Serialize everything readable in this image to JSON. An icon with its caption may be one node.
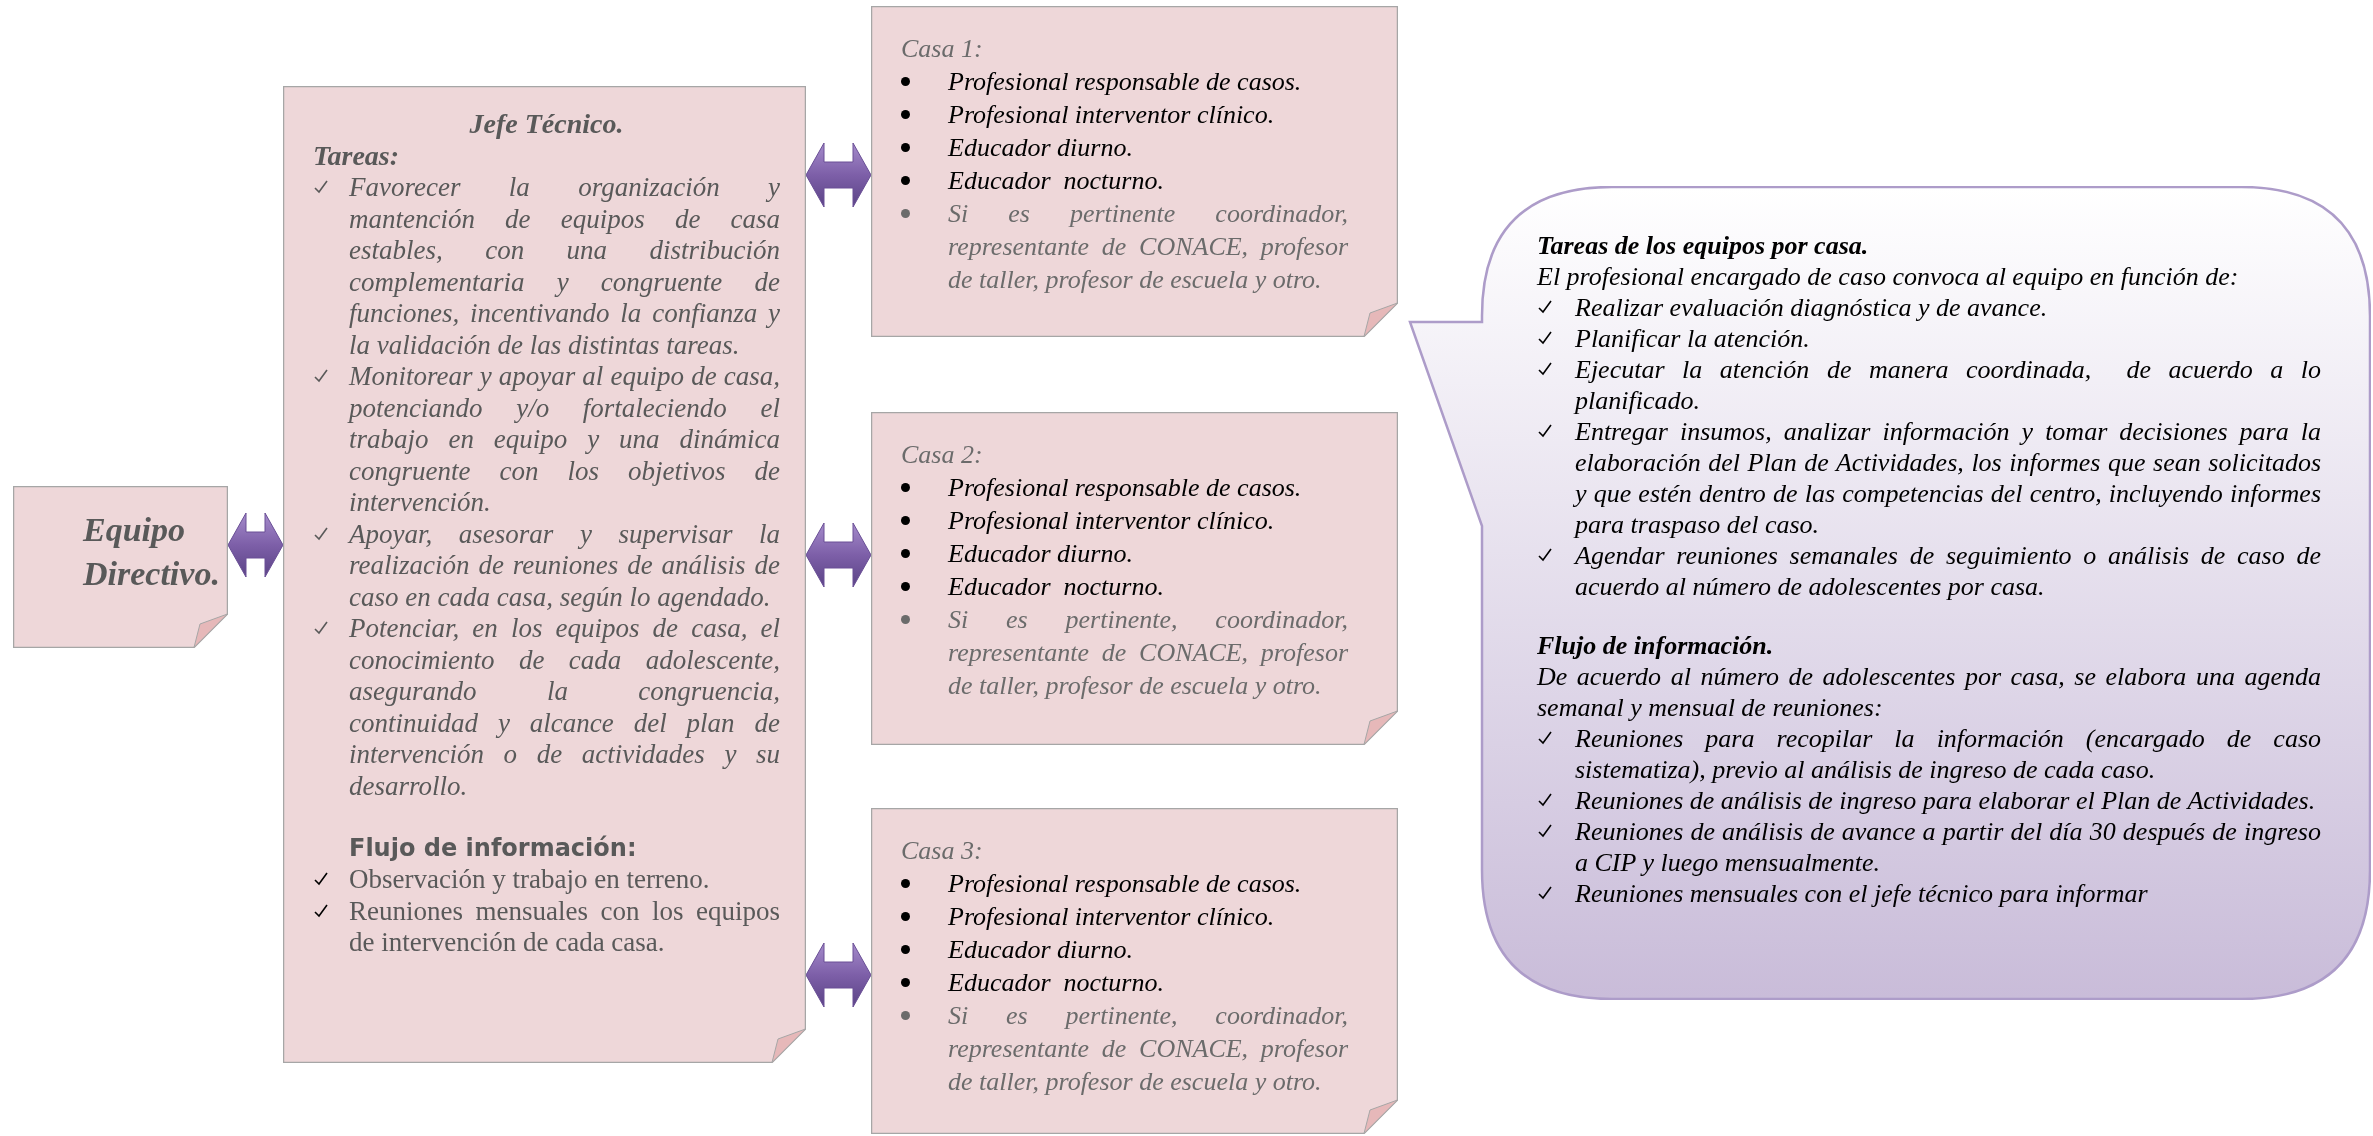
{
  "diagram": {
    "nodes": [
      {
        "text": [
          "Equipo Directivo."
        ]
      },
      {
        "text": [
          "Jefe Técnico.",
          "Tareas:",
          "Favorecer la organización y mantención de equipos de casa estables, con una distribución complementaria y congruente de funciones, incentivando la confianza y la validación de las distintas tareas.",
          "Monitorear y apoyar al equipo de casa, potenciando y/o fortaleciendo el trabajo en equipo y una dinámica congruente con los objetivos de intervención.",
          "Apoyar, asesorar y supervisar la realización de reuniones de análisis de caso en cada casa, según lo agendado.",
          "Potenciar, en los equipos de casa, el conocimiento de cada adolescente, asegurando la congruencia, continuidad y alcance del plan de intervención o de actividades y su desarrollo.",
          "Flujo de información:",
          "Observación y trabajo en terreno.",
          "Reuniones mensuales con los equipos de intervención de cada casa."
        ]
      },
      {
        "text": [
          "Casa 1:",
          "Profesional responsable de casos.",
          "Profesional interventor clínico.",
          "Educador diurno.",
          "Educador  nocturno.",
          "Si es pertinente coordinador, representante de CONACE, profesor de taller, profesor de escuela y otro."
        ]
      },
      {
        "text": [
          "Casa 2:",
          "Profesional responsable de casos.",
          "Profesional interventor clínico.",
          "Educador diurno.",
          "Educador  nocturno.",
          "Si es pertinente, coordinador, representante de CONACE, profesor de taller, profesor de escuela y otro."
        ]
      },
      {
        "text": [
          "Casa 3:",
          "Profesional responsable de casos.",
          "Profesional interventor clínico.",
          "Educador diurno.",
          "Educador  nocturno.",
          "Si es pertinente, coordinador, representante de CONACE, profesor de taller, profesor de escuela y otro."
        ]
      },
      {
        "text": [
          "Tareas de los equipos por casa.",
          "El profesional encargado de caso convoca al equipo en función de:",
          "Realizar evaluación diagnóstica y de avance.",
          "Planificar la atención.",
          "Ejecutar la atención de manera coordinada,  de acuerdo a lo planificado.",
          "Entregar insumos, analizar información y tomar decisiones para la elaboración del Plan de Actividades, los informes que sean solicitados y que estén dentro de las competencias del centro, incluyendo informes para traspaso del caso.",
          "Agendar reuniones semanales de seguimiento o análisis de caso de acuerdo al número de adolescentes por casa.",
          "Flujo de información.",
          "De acuerdo al número de adolescentes por casa, se elabora una agenda semanal y mensual de reuniones:",
          "Reuniones para recopilar la información (encargado de caso sistematiza), previo al análisis de ingreso de cada caso.",
          "Reuniones de análisis de ingreso para elaborar el Plan de Actividades.",
          "Reuniones de análisis de avance a partir del día 30 después de ingreso a CIP y luego mensualmente.",
          "Reuniones mensuales con el jefe técnico para informar"
        ]
      }
    ],
    "edges": [
      {
        "from": 0,
        "to": 1,
        "arrow": "both"
      },
      {
        "from": 1,
        "to": 2,
        "arrow": "both"
      },
      {
        "from": 1,
        "to": 3,
        "arrow": "both"
      },
      {
        "from": 1,
        "to": 4,
        "arrow": "both"
      }
    ]
  }
}
